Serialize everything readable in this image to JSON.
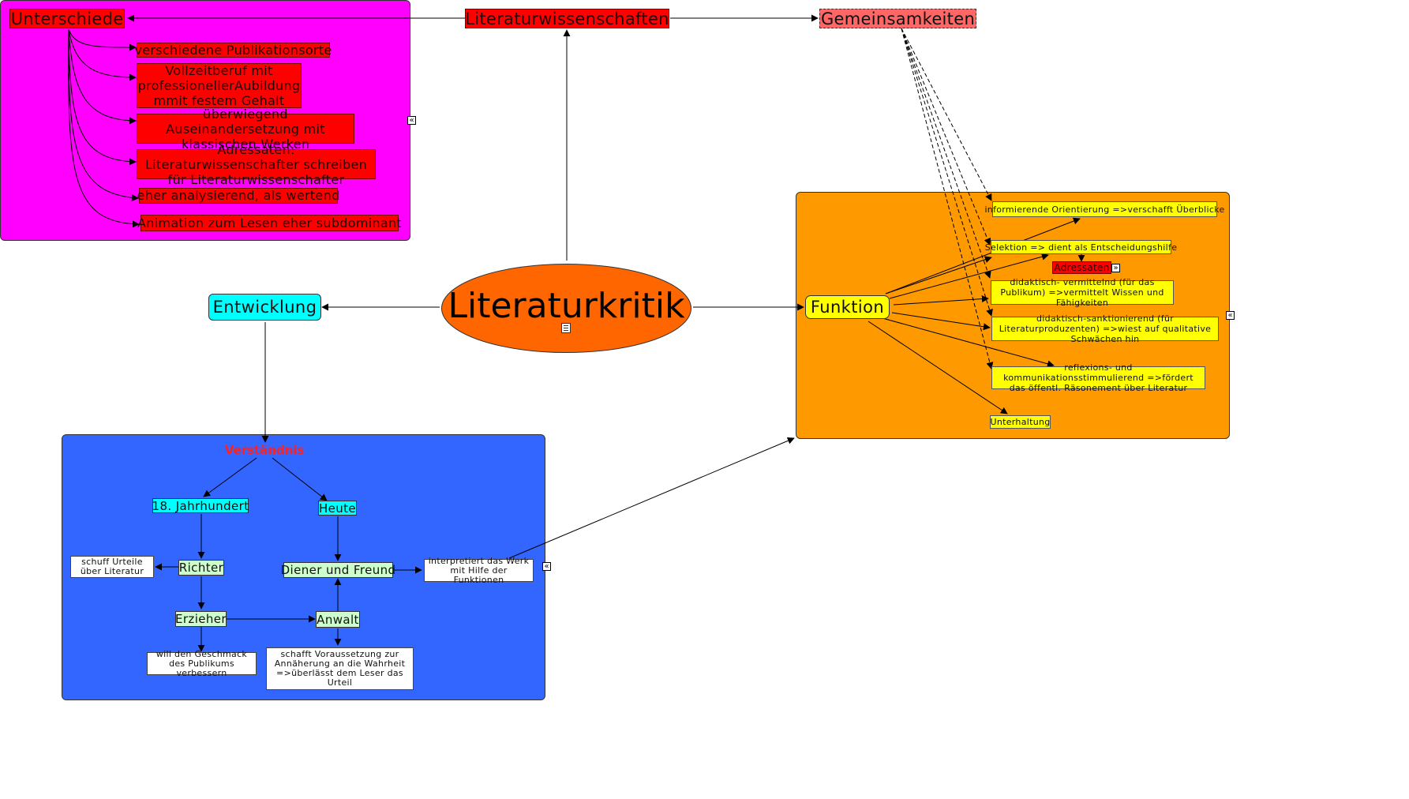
{
  "central": {
    "label": "Literaturkritik",
    "note_icon": "note-icon"
  },
  "top": {
    "literaturwissenschaften": "Literaturwissenschaften",
    "gemeinsamkeiten": "Gemeinsamkeiten"
  },
  "unterschiede": {
    "title": "Unterschiede",
    "items": [
      "verschiedene Publikationsorte",
      "Vollzeitberuf mit professionellerAubildung mmit festem Gehalt",
      "überwiegend Auseinandersetzung mit klassischen Werken",
      "Adressaten: Literaturwissenschafter schreiben für Literaturwissenschafter",
      "eher analysierend, als wertend",
      "Animation zum Lesen eher subdominant"
    ]
  },
  "funktion": {
    "title": "Funktion",
    "items": [
      "informierende Orientierung =>verschafft Überblicke",
      "Selektion => dient als Entscheidungshilfe",
      "Adressaten",
      "didaktisch- vermittelnd (für das Publikum) =>vermittelt Wissen und Fähigkeiten",
      "didaktisch-sanktionierend (für Literaturproduzenten) =>wiest auf qualitative Schwächen hin",
      "reflexions- und kommunikationsstimmulierend =>fördert das öffentl. Räsonement über Literatur",
      "Unterhaltung"
    ]
  },
  "entwicklung": {
    "title": "Entwicklung"
  },
  "verstaendnis": {
    "title": "Verständnis",
    "jahrhundert": "18. Jahrhundert",
    "heute": "Heute",
    "richter": "Richter",
    "richter_note": "schuff Urteile über Literatur",
    "erzieher": "Erzieher",
    "erzieher_note": "will den Geschmack des Publikums verbessern",
    "anwalt": "Anwalt",
    "anwalt_note": "schafft Voraussetzung zur Annäherung an die Wahrheit =>überlässt dem Leser das Urteil",
    "diener": "Diener und Freund",
    "diener_note": "interpretiert das Werk mit Hilfe der Funktionen"
  },
  "colors": {
    "magenta": "#ff00ff",
    "orange": "#ff9900",
    "blue": "#3366ff",
    "central": "#ff6600",
    "red": "#ff0000",
    "yellow": "#ffff00",
    "cyan": "#00ffff",
    "mint": "#ccffcc",
    "title_red": "#ff2020"
  },
  "icons": {
    "collapse": "«",
    "expand": "»"
  }
}
